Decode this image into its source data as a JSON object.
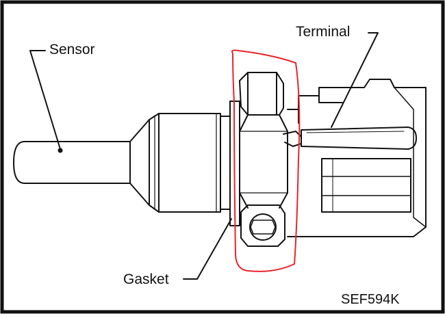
{
  "labels": {
    "sensor": "Sensor",
    "terminal": "Terminal",
    "gasket": "Gasket"
  },
  "figure_code": "SEF594K",
  "colors": {
    "line": "#111111",
    "highlight": "#e8242c",
    "background": "#ffffff"
  }
}
